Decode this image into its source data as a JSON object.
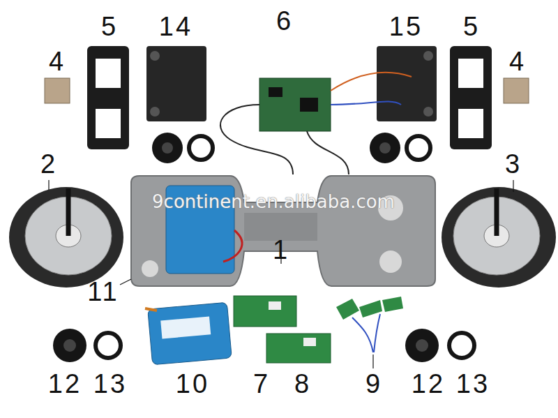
{
  "diagram": {
    "labels": [
      "4",
      "5",
      "14",
      "6",
      "15",
      "5",
      "4",
      "2",
      "3",
      "9continent.en.alibaba.com",
      "11",
      "1",
      "12",
      "13",
      "10",
      "7",
      "8",
      "9",
      "12",
      "13"
    ]
  }
}
